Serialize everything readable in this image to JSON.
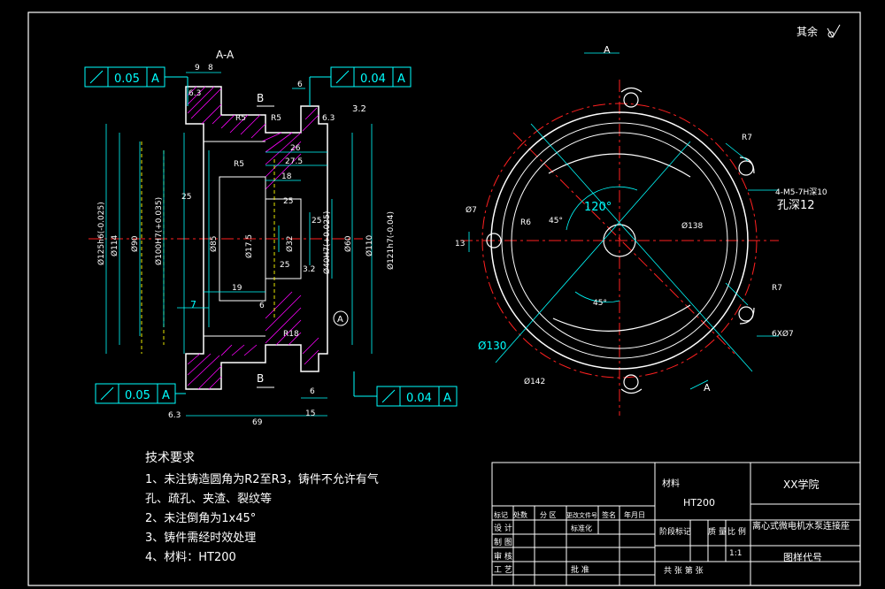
{
  "colors": {
    "background": "#000000",
    "outline": "#ffffff",
    "dimension": "#00ffff",
    "center_line": "#ff2020",
    "hatch": "#ff00ff",
    "hidden": "#ffff00",
    "title_block": "#ffffff"
  },
  "surface_note": "其余",
  "section_view": {
    "title": "A-A",
    "gdt_top_left": {
      "value": "0.05",
      "datum": "A"
    },
    "gdt_top_right": {
      "value": "0.04",
      "datum": "A"
    },
    "gdt_bottom_left": {
      "value": "0.05",
      "datum": "A"
    },
    "gdt_bottom_right": {
      "value": "0.04",
      "datum": "A"
    },
    "section_mark_top": "B",
    "section_mark_bottom": "B",
    "datum_label": "A",
    "dims": {
      "d9": "9",
      "d8": "8",
      "d6_top": "6",
      "r5_a": "R5",
      "r5_b": "R5",
      "r5_c": "R5",
      "d26": "26",
      "d27": "27.5",
      "d18": "18",
      "d19": "19",
      "d7": "7",
      "d6_mid": "6",
      "r18": "R18",
      "d69": "69",
      "d15": "15",
      "d6_bot": "6",
      "ra32_top": "3.2",
      "ra32_mid": "3.2",
      "ra25_a": "25",
      "ra25_b": "25",
      "ra25_c": "25",
      "ra25_d": "25",
      "ra63_a": "6.3",
      "ra63_b": "6.3",
      "ra63_c": "6.3",
      "dia125": "Ø125h6(-0.025)",
      "dia114": "Ø114",
      "dia90": "Ø90",
      "dia100": "Ø100H7(+0.035)",
      "dia85": "Ø85",
      "dia17": "Ø17.5",
      "dia32": "Ø32",
      "dia40": "Ø40H7(+0.025)",
      "dia60": "Ø60",
      "dia110": "Ø110",
      "dia121": "Ø121h7(-0.04)"
    }
  },
  "plan_view": {
    "arrow_top": "A",
    "arrow_bottom": "A",
    "dims": {
      "r7_top": "R7",
      "r7_right": "R7",
      "hole_spec": "4-M5-7H深10",
      "hole_depth": "孔深12",
      "d7": "Ø7",
      "r6": "R6",
      "d13": "13",
      "angle120": "120°",
      "angle45_a": "45°",
      "angle45_b": "45°",
      "dia138": "Ø138",
      "dia130": "Ø130",
      "dia142": "Ø142",
      "holes": "6XØ7"
    }
  },
  "tech_requirements": {
    "heading": "技术要求",
    "lines": [
      "1、未注铸造圆角为R2至R3，铸件不允许有气",
      "孔、疏孔、夹渣、裂纹等",
      "2、未注倒角为1x45°",
      "3、铸件需经时效处理",
      "4、材料：HT200"
    ]
  },
  "title_block": {
    "material_label": "材料",
    "material_value": "HT200",
    "school": "XX学院",
    "part_name": "离心式微电机水泵连接座",
    "drawing_no_label": "图样代号",
    "row_headers": [
      "标记",
      "处数",
      "分 区",
      "更改文件号",
      "签名",
      "年月日"
    ],
    "left_labels": [
      "设 计",
      "制 图",
      "审 核",
      "工 艺"
    ],
    "standard_label": "标准化",
    "approve_label": "批 准",
    "stage_label": "阶段标记",
    "weight_label": "质 量",
    "scale_label": "比 例",
    "scale_value": "1:1",
    "sheets": "共    张  第    张"
  }
}
